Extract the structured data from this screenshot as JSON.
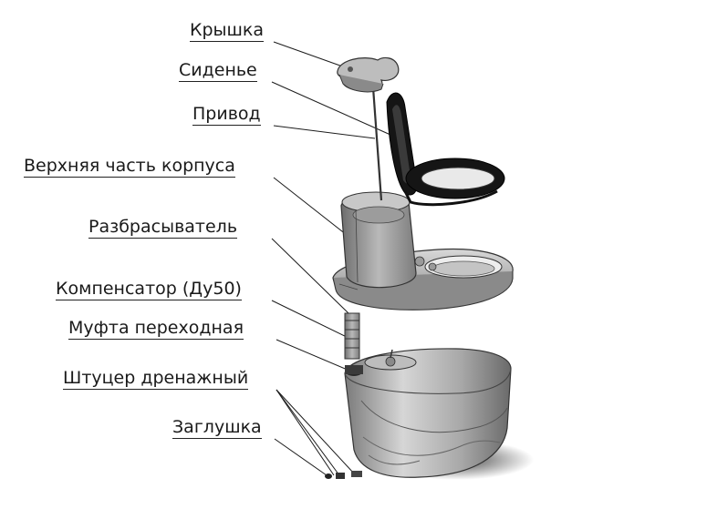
{
  "figure": {
    "parts": [
      {
        "id": "lid",
        "label": "Крышка"
      },
      {
        "id": "seat",
        "label": "Сиденье"
      },
      {
        "id": "drive",
        "label": "Привод"
      },
      {
        "id": "upper-body",
        "label": "Верхняя часть корпуса"
      },
      {
        "id": "spreader",
        "label": "Разбрасыватель"
      },
      {
        "id": "compensator",
        "label": "Компенсатор (Ду50)"
      },
      {
        "id": "adapter",
        "label": "Муфта переходная"
      },
      {
        "id": "drain-fitting",
        "label": "Штуцер дренажный"
      },
      {
        "id": "plug",
        "label": "Заглушка"
      }
    ],
    "colors": {
      "body_light": "#c9c9c9",
      "body_mid": "#9a9a9a",
      "body_dark": "#5e5e5e",
      "seat_black": "#151515",
      "line": "#1c1c1c"
    }
  }
}
